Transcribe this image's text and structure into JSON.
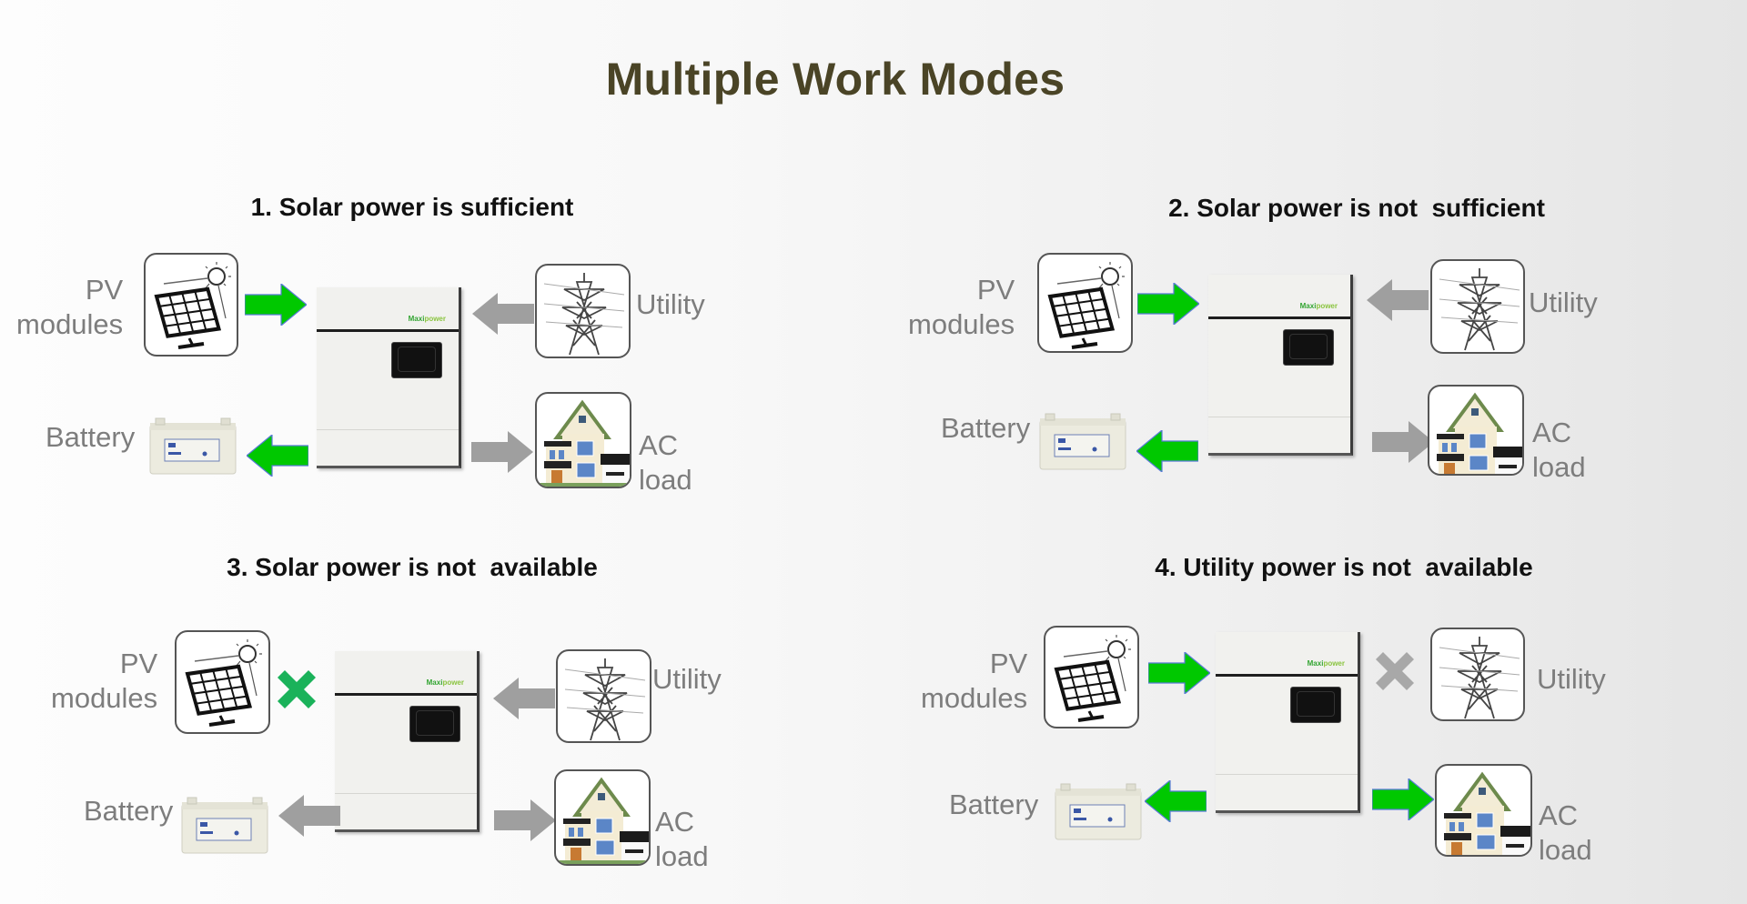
{
  "title": "Multiple Work Modes",
  "colors": {
    "title": "#4a4426",
    "active_flow": "#00c800",
    "inactive_flow": "#9f9f9f",
    "unavailable_solar": "#1ab25a",
    "unavailable_utility": "#a8a8a8",
    "label_text": "#7d7d7d"
  },
  "labels": {
    "pv": "PV\nmodules",
    "pv_line1": "PV",
    "pv_line2": "modules",
    "battery": "Battery",
    "utility": "Utility",
    "ac_load": "AC load",
    "brand": "Maxi",
    "brand_suffix": "power"
  },
  "modes": [
    {
      "heading": "1. Solar power is sufficient",
      "flows": {
        "pv_to_inverter": "active",
        "utility_to_inverter": "inactive",
        "inverter_to_battery": "active",
        "inverter_to_ac_load": "inactive"
      }
    },
    {
      "heading": "2. Solar power is not  sufficient",
      "flows": {
        "pv_to_inverter": "active",
        "utility_to_inverter": "inactive",
        "inverter_to_battery": "active",
        "inverter_to_ac_load": "inactive"
      }
    },
    {
      "heading": "3. Solar power is not  available",
      "flows": {
        "pv_to_inverter": "unavailable",
        "utility_to_inverter": "inactive",
        "inverter_to_battery": "inactive",
        "inverter_to_ac_load": "inactive"
      }
    },
    {
      "heading": "4. Utility power is not  available",
      "flows": {
        "pv_to_inverter": "active",
        "utility_to_inverter": "unavailable",
        "inverter_to_battery": "active",
        "inverter_to_ac_load": "active"
      }
    }
  ]
}
